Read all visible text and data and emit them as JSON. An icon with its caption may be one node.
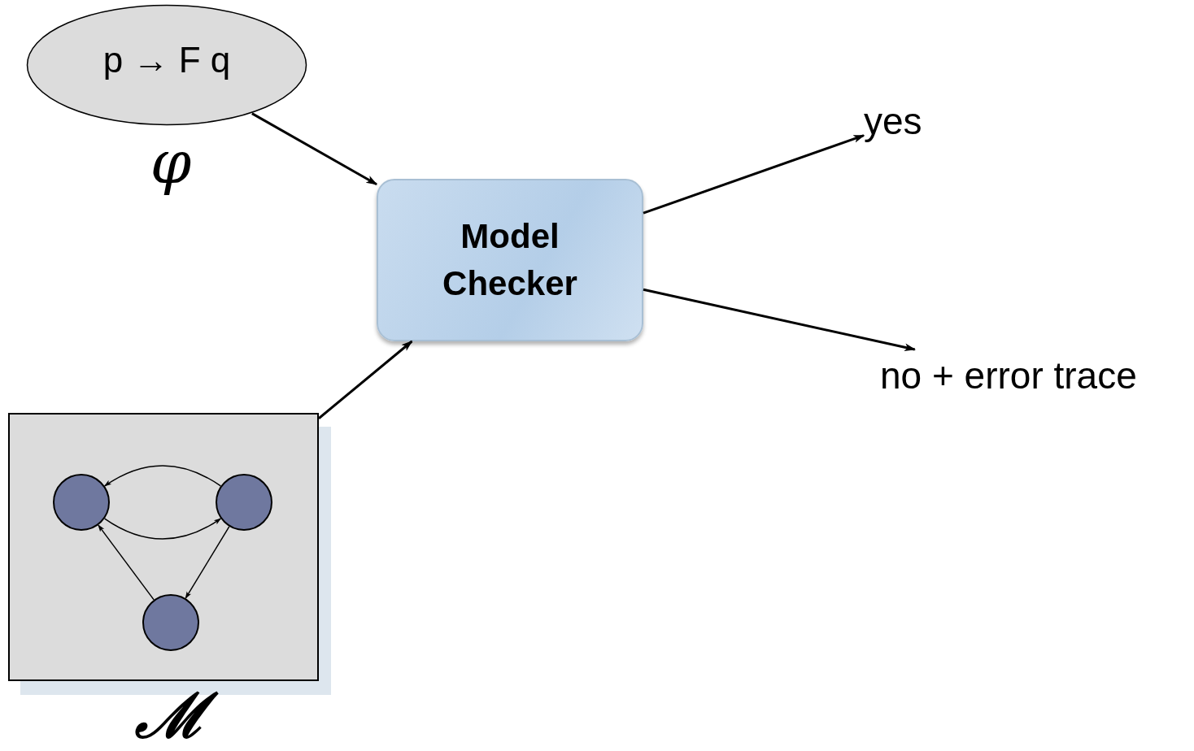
{
  "diagram": {
    "nodes": [
      {
        "text": [
          "p → F q"
        ],
        "beside": [
          "φ"
        ]
      },
      {
        "text": [],
        "shape": "box",
        "beside": [
          "ℳ"
        ]
      },
      {
        "text": [],
        "shape": "circle",
        "in": 1
      },
      {
        "text": [],
        "shape": "circle",
        "in": 1
      },
      {
        "text": [],
        "shape": "circle",
        "in": 1
      },
      {
        "text": [
          "Model Checker"
        ]
      },
      {
        "text": [
          "yes"
        ]
      },
      {
        "text": [
          "no + error trace"
        ]
      }
    ],
    "edges": [
      {
        "from": 0,
        "to": 5,
        "arrow": "to"
      },
      {
        "from": 1,
        "to": 5,
        "arrow": "to"
      },
      {
        "from": 5,
        "to": 6,
        "arrow": "to"
      },
      {
        "from": 5,
        "to": 7,
        "arrow": "to"
      },
      {
        "from": 3,
        "to": 2,
        "arrow": "to"
      },
      {
        "from": 2,
        "to": 3,
        "arrow": "to"
      },
      {
        "from": 3,
        "to": 4,
        "arrow": "to"
      },
      {
        "from": 4,
        "to": 2,
        "arrow": "to"
      }
    ]
  }
}
